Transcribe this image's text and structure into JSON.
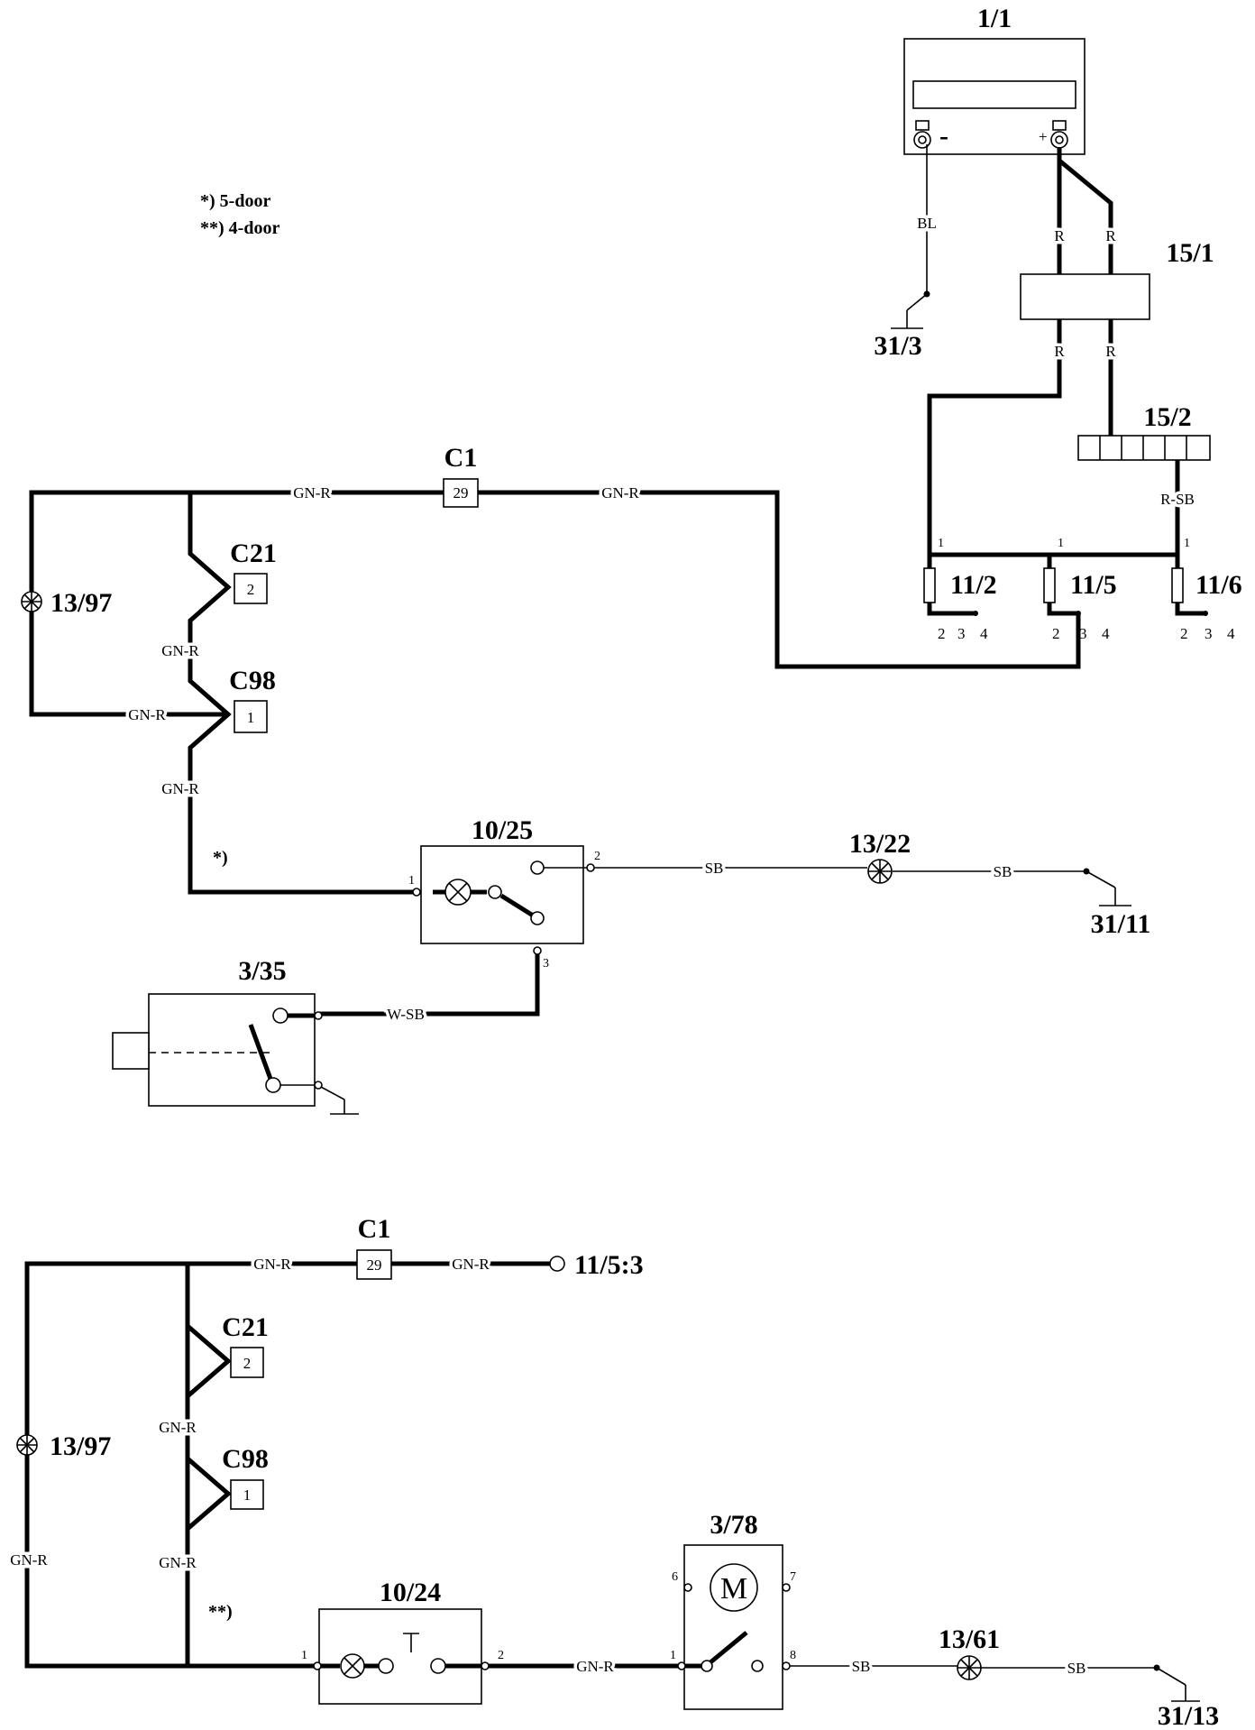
{
  "notes": {
    "five_door": "*) 5-door",
    "four_door": "**) 4-door"
  },
  "components": {
    "battery": "1/1",
    "fusible_link": "15/1",
    "fuse_box": "15/2",
    "fuse_11_2": "11/2",
    "fuse_11_5": "11/5",
    "fuse_11_6": "11/6",
    "ground_31_3": "31/3",
    "ground_31_11": "31/11",
    "ground_31_13": "31/13",
    "connector_c1": "C1",
    "connector_c21": "C21",
    "connector_c98": "C98",
    "connector_c1_bottom": "C1",
    "connector_c21_bottom": "C21",
    "connector_c98_bottom": "C98",
    "switch_10_25": "10/25",
    "switch_10_24": "10/24",
    "lock_switch_3_35": "3/35",
    "motor_3_78": "3/78",
    "lamp_13_97_top": "13/97",
    "lamp_13_97_bottom": "13/97",
    "lamp_13_22": "13/22",
    "lamp_13_61": "13/61",
    "ref_11_5_3": "11/5:3"
  },
  "wire_colors": {
    "bl": "BL",
    "r_1": "R",
    "r_2": "R",
    "r_3": "R",
    "r_4": "R",
    "r_sb": "R-SB",
    "gn_r_1": "GN-R",
    "gn_r_2": "GN-R",
    "gn_r_3": "GN-R",
    "gn_r_4": "GN-R",
    "gn_r_5": "GN-R",
    "sb_1": "SB",
    "sb_2": "SB",
    "w_sb": "W-SB",
    "gn_r_6": "GN-R",
    "gn_r_7": "GN-R",
    "gn_r_8": "GN-R",
    "gn_r_9": "GN-R",
    "gn_r_10": "GN-R",
    "gn_r_11": "GN-R",
    "sb_3": "SB",
    "sb_4": "SB"
  },
  "pins": {
    "c1_top": "29",
    "c21_top": "2",
    "c98_top": "1",
    "c1_bottom": "29",
    "c21_bottom": "2",
    "c98_bottom": "1",
    "f2_1": "1",
    "f2_2": "2",
    "f2_3": "3",
    "f2_4": "4",
    "f5_1": "1",
    "f5_2": "2",
    "f5_3": "3",
    "f5_4": "4",
    "f6_1": "1",
    "f6_2": "2",
    "f6_3": "3",
    "f6_4": "4",
    "s1025_1": "1",
    "s1025_2": "2",
    "s1025_3": "3",
    "s1024_1": "1",
    "s1024_2": "2",
    "m378_6": "6",
    "m378_7": "7",
    "m378_1": "1",
    "m378_8": "8",
    "bat_minus": "-",
    "bat_plus": "+",
    "note_star": "*)",
    "note_dstar": "**)"
  },
  "symbols": {
    "motor_glyph": "M",
    "pushbutton_glyph": "T"
  }
}
